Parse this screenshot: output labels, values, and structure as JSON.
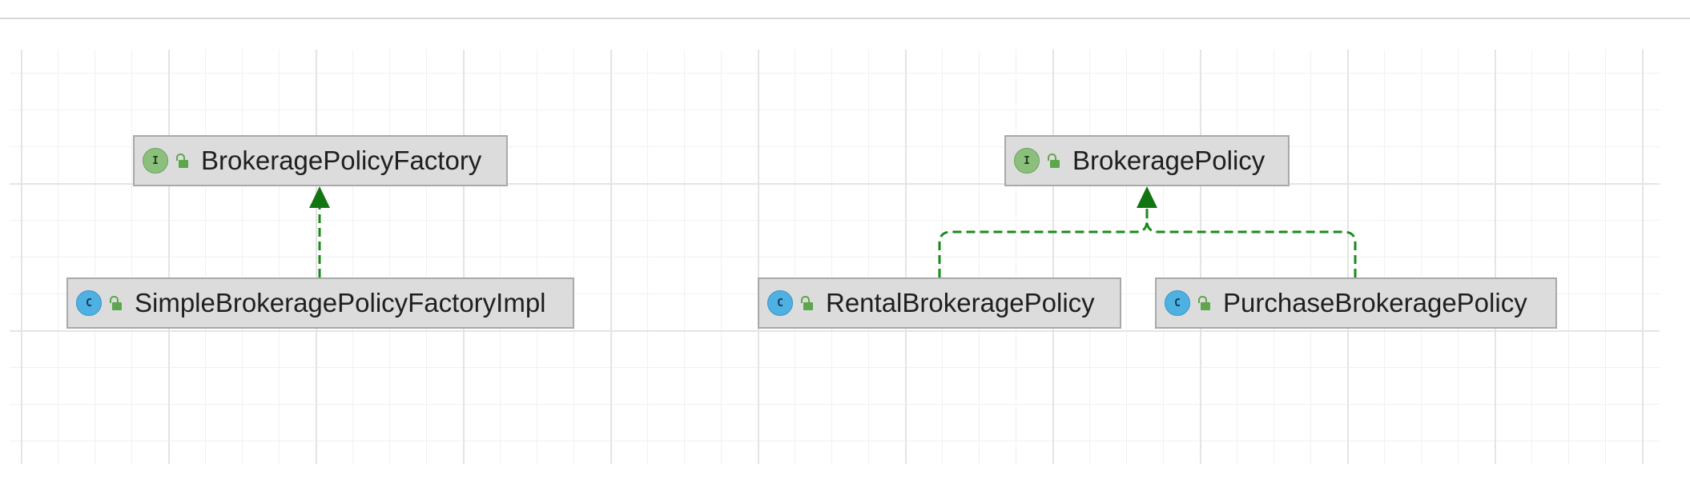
{
  "diagram": {
    "nodes": [
      {
        "id": "brokerage-policy-factory",
        "kind": "interface",
        "badge": "I",
        "label": "BrokeragePolicyFactory",
        "visibility_icon": "unlocked-icon"
      },
      {
        "id": "simple-brokerage-policy-factory-impl",
        "kind": "class",
        "badge": "C",
        "label": "SimpleBrokeragePolicyFactoryImpl",
        "visibility_icon": "unlocked-icon"
      },
      {
        "id": "brokerage-policy",
        "kind": "interface",
        "badge": "I",
        "label": "BrokeragePolicy",
        "visibility_icon": "unlocked-icon"
      },
      {
        "id": "rental-brokerage-policy",
        "kind": "class",
        "badge": "C",
        "label": "RentalBrokeragePolicy",
        "visibility_icon": "unlocked-icon"
      },
      {
        "id": "purchase-brokerage-policy",
        "kind": "class",
        "badge": "C",
        "label": "PurchaseBrokeragePolicy",
        "visibility_icon": "unlocked-icon"
      }
    ],
    "edges": [
      {
        "from": "simple-brokerage-policy-factory-impl",
        "to": "brokerage-policy-factory",
        "type": "implements"
      },
      {
        "from": "rental-brokerage-policy",
        "to": "brokerage-policy",
        "type": "implements"
      },
      {
        "from": "purchase-brokerage-policy",
        "to": "brokerage-policy",
        "type": "implements"
      }
    ],
    "colors": {
      "interface_badge": "#8bbf7c",
      "class_badge": "#4fb0e2",
      "visibility_icon": "#5da64d",
      "edge": "#1a8a1a",
      "node_fill": "#dcdcdc",
      "node_border": "#a9a9a9",
      "grid_line": "#e4e4e4"
    }
  }
}
